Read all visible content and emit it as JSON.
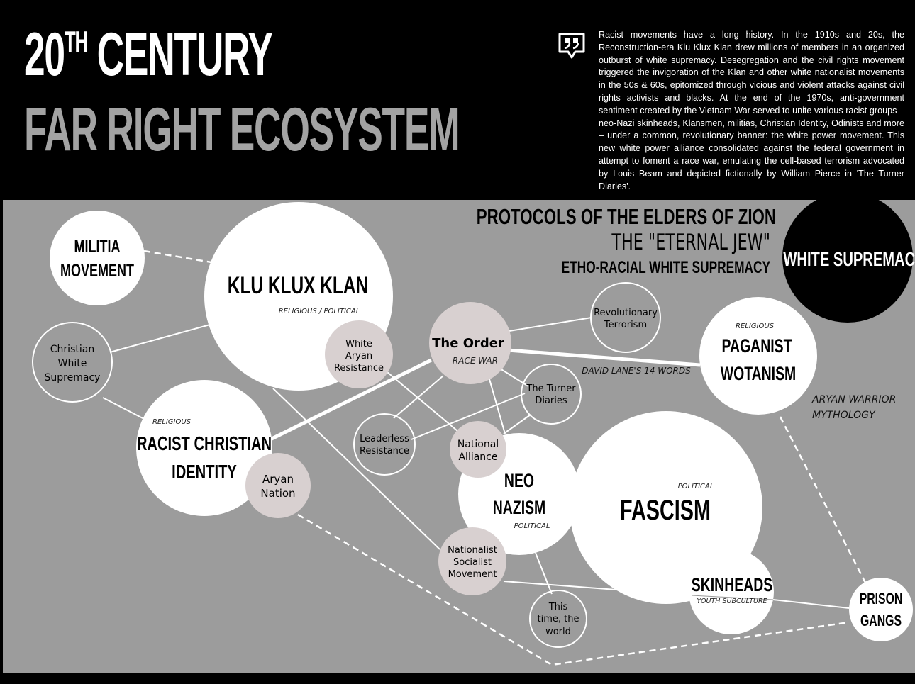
{
  "title": {
    "line1_main": "20",
    "line1_sup": "TH",
    "line1_rest": "CENTURY",
    "line2": "FAR RIGHT ECOSYSTEM"
  },
  "intro_text": "Racist movements have a long history. In the 1910s and 20s, the Reconstruction-era Klu Klux Klan drew millions of members in an organized outburst of white supremacy. Desegregation and the civil rights movement triggered the invigoration of the Klan and other white nationalist movements in the 50s & 60s, epitomized through vicious and violent attacks against civil rights activists and blacks. At the end of the 1970s, anti-government sentiment created by the Vietnam War served to unite various racist groups – neo-Nazi skinheads, Klansmen, militias, Christian Identity, Odinists and more – under a common, revolutionary banner: the white power movement. This new white power alliance consolidated against the federal government in attempt to foment a race war, emulating the cell-based terrorism advocated by Louis Beam and depicted fictionally by William Pierce in 'The Turner Diaries'.",
  "icons": {
    "quote": "quote-speech-bubble-icon"
  },
  "colors": {
    "header_bg": "#000000",
    "title_white": "#ffffff",
    "title_grey": "#a3a3a3",
    "panel_bg": "#9c9c9c",
    "node_white": "#ffffff",
    "node_taupe": "#d8d0d0",
    "node_outline": "#ffffff",
    "node_black": "#000000"
  },
  "diagram": {
    "headers": {
      "protocols": "PROTOCOLS OF THE ELDERS OF ZION",
      "eternal_jew": "THE \"ETERNAL JEW\"",
      "ethno_racial": "ETHO-RACIAL WHITE SUPREMACY"
    },
    "nodes": {
      "militia": {
        "lines": [
          "MILITIA",
          "MOVEMENT"
        ]
      },
      "kkk": {
        "lines": [
          "KLU KLUX KLAN"
        ],
        "tag": "RELIGIOUS / POLITICAL"
      },
      "christian_ws": {
        "lines": [
          "Christian",
          "White",
          "Supremacy"
        ]
      },
      "war": {
        "lines": [
          "White",
          "Aryan",
          "Resistance"
        ]
      },
      "order": {
        "lines": [
          "The Order"
        ],
        "tag": "RACE WAR"
      },
      "rev_terror": {
        "lines": [
          "Revolutionary",
          "Terrorism"
        ]
      },
      "white_supremacy": {
        "lines": [
          "WHITE SUPREMACY"
        ]
      },
      "paganist": {
        "lines": [
          "PAGANIST",
          "WOTANISM"
        ],
        "tag": "RELIGIOUS"
      },
      "turner": {
        "lines": [
          "The Turner",
          "Diaries"
        ]
      },
      "rci": {
        "lines": [
          "RACIST CHRISTIAN",
          "IDENTITY"
        ],
        "tag": "RELIGIOUS"
      },
      "leaderless": {
        "lines": [
          "Leaderless",
          "Resistance"
        ]
      },
      "natall": {
        "lines": [
          "National",
          "Alliance"
        ]
      },
      "aryan_nation": {
        "lines": [
          "Aryan",
          "Nation"
        ]
      },
      "neo_nazism": {
        "lines": [
          "NEO",
          "NAZISM"
        ],
        "tag": "POLITICAL"
      },
      "fascism": {
        "lines": [
          "FASCISM"
        ],
        "tag": "POLITICAL"
      },
      "nsm": {
        "lines": [
          "Nationalist",
          "Socialist",
          "Movement"
        ]
      },
      "skinheads": {
        "lines": [
          "SKINHEADS"
        ],
        "tag": "YOUTH SUBCULTURE"
      },
      "prison_gangs": {
        "lines": [
          "PRISON",
          "GANGS"
        ]
      },
      "this_time": {
        "lines": [
          "This",
          "time, the",
          "world"
        ]
      }
    },
    "labels": {
      "david_lane": "DAVID LANE'S 14 WORDS",
      "aryan_warrior": [
        "ARYAN WARRIOR",
        "MYTHOLOGY"
      ]
    }
  }
}
